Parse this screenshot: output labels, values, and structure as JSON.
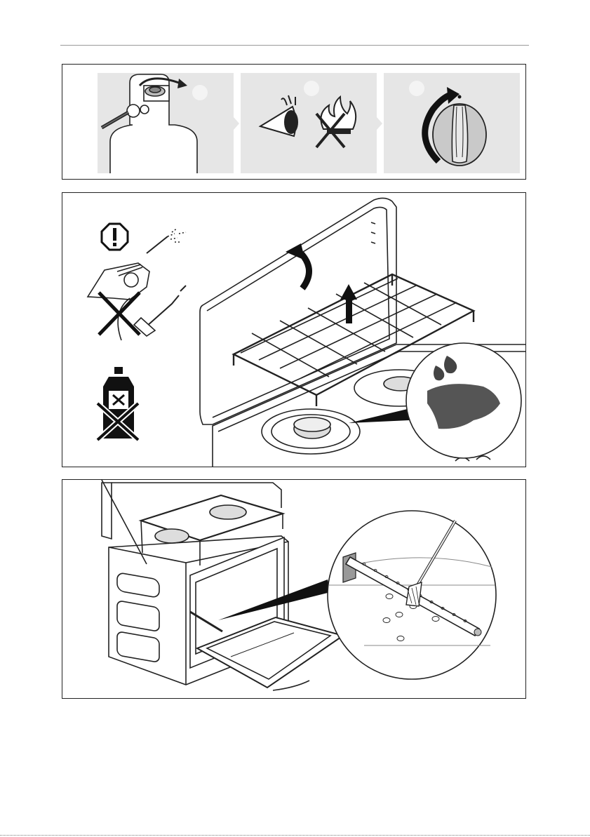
{
  "page": {
    "header_rule": true,
    "footer_rule": true
  },
  "colors": {
    "line": "#222222",
    "step_background": "#e6e6e6",
    "panel_border": "#222222",
    "knob_fill": "#c9c9c9",
    "cloth_fill": "#555555"
  },
  "figures": [
    {
      "id": "figure-gas-startup-steps",
      "steps": [
        {
          "number": "",
          "icon": "gas-bottle-valve-open-icon"
        },
        {
          "number": "",
          "icon": "eye-no-open-flame-icon"
        },
        {
          "number": "",
          "icon": "control-knob-turn-icon"
        }
      ]
    },
    {
      "id": "figure-hob-cleaning",
      "warnings": [
        "warning-icon",
        "no-pressure-washer-icon",
        "no-aggressive-cleaner-icon"
      ],
      "actions": [
        "lift-lid-arrow-icon",
        "lift-grate-arrow-icon",
        "wet-cloth-detail-icon"
      ]
    },
    {
      "id": "figure-oven-burner-cleaning",
      "actions": [
        "oven-door-open-icon",
        "burner-tube-brush-detail-icon"
      ]
    }
  ]
}
